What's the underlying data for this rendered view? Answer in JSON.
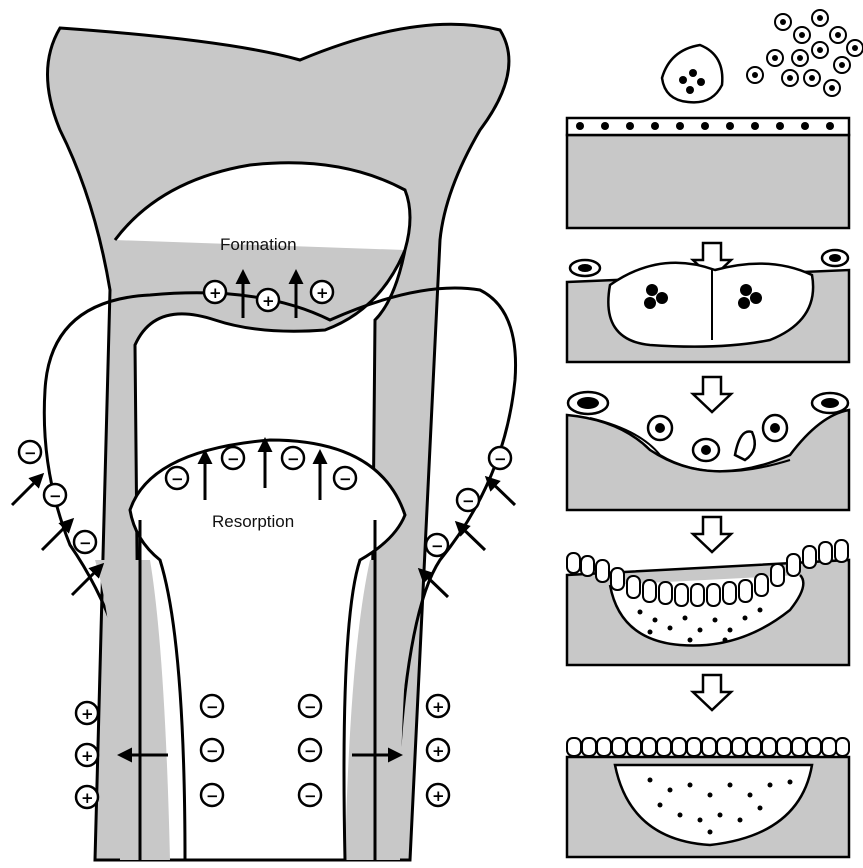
{
  "labels": {
    "formation": "Formation",
    "resorption": "Resorption"
  },
  "colors": {
    "bone": "#c8c8c8",
    "outline": "#000000",
    "background": "#ffffff"
  },
  "signs": {
    "plus": "+",
    "minus": "−"
  },
  "panels": [
    "remodeling-stage-1-resting-surface",
    "remodeling-stage-2-osteoclast-resorption",
    "remodeling-stage-3-reversal",
    "remodeling-stage-4-osteoblast-formation",
    "remodeling-stage-5-resting-new-bone"
  ]
}
